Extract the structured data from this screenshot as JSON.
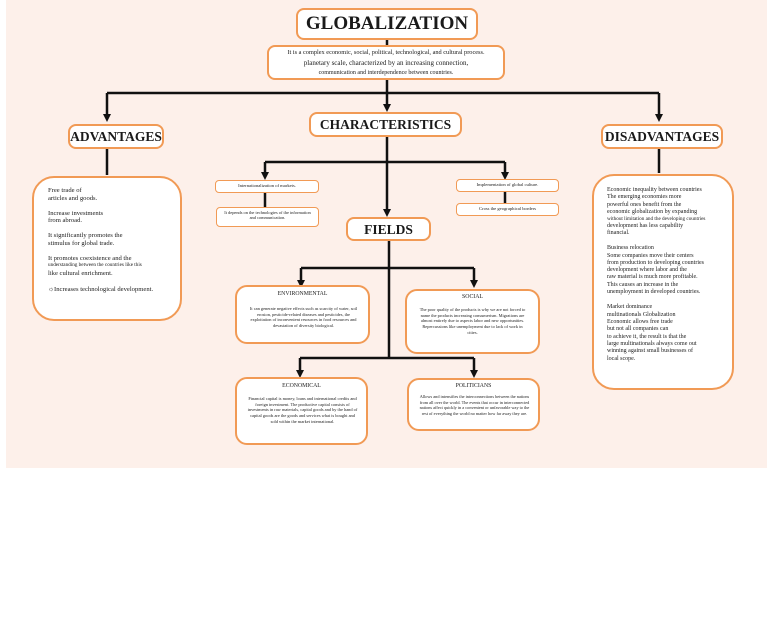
{
  "title": "GLOBALIZATION",
  "definition": [
    "It is a complex economic, social, political, technological, and cultural process.",
    "planetary scale, characterized by an increasing connection,",
    "communication and interdependence between countries."
  ],
  "advantages": {
    "heading": "ADVANTAGES",
    "lines": [
      "Free trade of",
      "articles and goods.",
      "Increase investments",
      "from abroad.",
      "It significantly promotes the",
      "stimulus for global trade.",
      "It promotes coexistence and the",
      "understanding between the countries like this",
      "like cultural enrichment.",
      "☼Increases technological development."
    ]
  },
  "characteristics": {
    "heading": "CHARACTERISTICS",
    "left_top": "Internationalization of markets.",
    "left_bottom": "It depends on the technologies of the information and communication.",
    "right_top": "Implementation of global culture.",
    "right_bottom": "Cross the geographical borders"
  },
  "fields": {
    "heading": "FIELDS",
    "environmental": {
      "title": "ENVIRONMENTAL",
      "text": "It can generate negative effects such as scarcity of water, soil erosion, pesticide-related diseases and pesticides, the exploitation of inconvenient resources in food resources and devastation of diversity biological."
    },
    "social": {
      "title": "SOCIAL",
      "text": "The poor quality of the products is why we are not forced to name the products increasing consumerism. Migrations are almost entirely due to aspects labor and new opportunities. Repercussions like unemployment due to lack of work in cities."
    },
    "economical": {
      "title": "ECONOMICAL",
      "text": "Financial capital is money, loans and international credits and foreign investment. The productive capital consists of investments in raw materials, capital goods and by the hand of capital goods are the goods and services what is bought and sold within the market international."
    },
    "politicians": {
      "title": "POLITICIANS",
      "text": "Allows and intensifies the interconnections between the nations from all over the world. The events that occur in interconnected nations affect quickly in a convenient or unfavorable way to the rest of everything the world no matter how far away they are."
    }
  },
  "disadvantages": {
    "heading": "DISADVANTAGES",
    "lines": [
      "Economic inequality between countries",
      "The emerging economies more",
      "powerful ones benefit from the",
      "economic globalization by expanding",
      "without limitation and the developing countries",
      "development has less capability",
      "financial.",
      "",
      "Business relocation",
      "Some companies move their centers",
      "from production to developing countries",
      "development where labor and the",
      "raw material is much more profitable.",
      "This causes an increase in the",
      "unemployment in developed countries.",
      "",
      "Market dominance",
      "multinationals Globalization",
      "Economic allows free trade",
      "but not all companies can",
      "to achieve it, the result is that the",
      "large multinationals always come out",
      "winning against small businesses of",
      "local scope."
    ]
  },
  "colors": {
    "accent": "#f19a55",
    "background": "#fdf0ea",
    "line": "#111111"
  }
}
